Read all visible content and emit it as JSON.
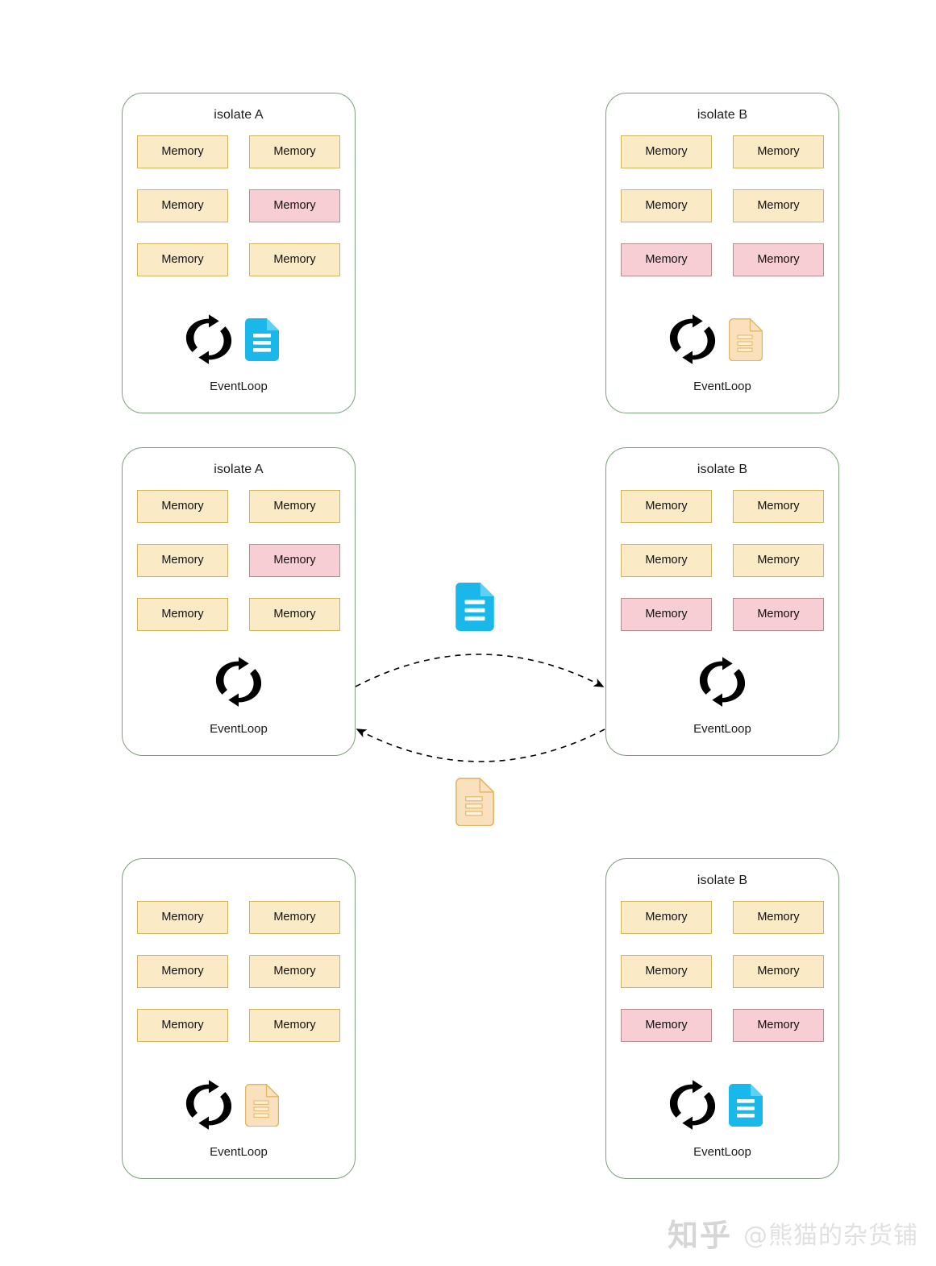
{
  "diagram": {
    "memory_label": "Memory",
    "eventloop_label": "EventLoop",
    "colors": {
      "panel_border": "#7f9e7f",
      "memory_free_fill": "#fbeac6",
      "memory_free_border": "#d2b45c",
      "memory_used_fill": "#f6ced3",
      "memory_used_border": "#b98c92",
      "doc_blue": "#1ab7ea",
      "doc_orange": "#fae0bd",
      "doc_orange_border": "#e0b868",
      "connector": "#000000"
    },
    "rows": [
      {
        "row_id": "row-initial",
        "panels": [
          {
            "panel_id": "panel-top-left",
            "title": "isolate A",
            "memory": [
              [
                "Memory",
                "Memory"
              ],
              [
                "Memory",
                "Memory"
              ],
              [
                "Memory",
                "Memory"
              ]
            ],
            "memory_states": [
              [
                "free",
                "free"
              ],
              [
                "free",
                "used"
              ],
              [
                "free",
                "free"
              ]
            ],
            "eventloop": "EventLoop",
            "doc": "blue"
          },
          {
            "panel_id": "panel-top-right",
            "title": "isolate B",
            "memory": [
              [
                "Memory",
                "Memory"
              ],
              [
                "Memory",
                "Memory"
              ],
              [
                "Memory",
                "Memory"
              ]
            ],
            "memory_states": [
              [
                "free",
                "free"
              ],
              [
                "free",
                "free"
              ],
              [
                "used",
                "used"
              ]
            ],
            "eventloop": "EventLoop",
            "doc": "orange"
          }
        ]
      },
      {
        "row_id": "row-transfer",
        "panels": [
          {
            "panel_id": "panel-mid-left",
            "title": "isolate A",
            "memory": [
              [
                "Memory",
                "Memory"
              ],
              [
                "Memory",
                "Memory"
              ],
              [
                "Memory",
                "Memory"
              ]
            ],
            "memory_states": [
              [
                "free",
                "free"
              ],
              [
                "free",
                "used"
              ],
              [
                "free",
                "free"
              ]
            ],
            "eventloop": "EventLoop",
            "doc": "none"
          },
          {
            "panel_id": "panel-mid-right",
            "title": "isolate B",
            "memory": [
              [
                "Memory",
                "Memory"
              ],
              [
                "Memory",
                "Memory"
              ],
              [
                "Memory",
                "Memory"
              ]
            ],
            "memory_states": [
              [
                "free",
                "free"
              ],
              [
                "free",
                "free"
              ],
              [
                "used",
                "used"
              ]
            ],
            "eventloop": "EventLoop",
            "doc": "none"
          }
        ],
        "transfer": {
          "doc_top": "blue",
          "doc_bottom": "orange",
          "arrow_top_direction": "left-to-right",
          "arrow_bottom_direction": "right-to-left",
          "line_style": "dashed"
        }
      },
      {
        "row_id": "row-result",
        "panels": [
          {
            "panel_id": "panel-bottom-left",
            "title": "",
            "memory": [
              [
                "Memory",
                "Memory"
              ],
              [
                "Memory",
                "Memory"
              ],
              [
                "Memory",
                "Memory"
              ]
            ],
            "memory_states": [
              [
                "free",
                "free"
              ],
              [
                "free",
                "free"
              ],
              [
                "free",
                "free"
              ]
            ],
            "eventloop": "EventLoop",
            "doc": "orange"
          },
          {
            "panel_id": "panel-bottom-right",
            "title": "isolate B",
            "memory": [
              [
                "Memory",
                "Memory"
              ],
              [
                "Memory",
                "Memory"
              ],
              [
                "Memory",
                "Memory"
              ]
            ],
            "memory_states": [
              [
                "free",
                "free"
              ],
              [
                "free",
                "free"
              ],
              [
                "used",
                "used"
              ]
            ],
            "eventloop": "EventLoop",
            "doc": "blue"
          }
        ]
      }
    ]
  },
  "watermark": {
    "logo": "知乎",
    "handle": "@熊猫的杂货铺"
  }
}
